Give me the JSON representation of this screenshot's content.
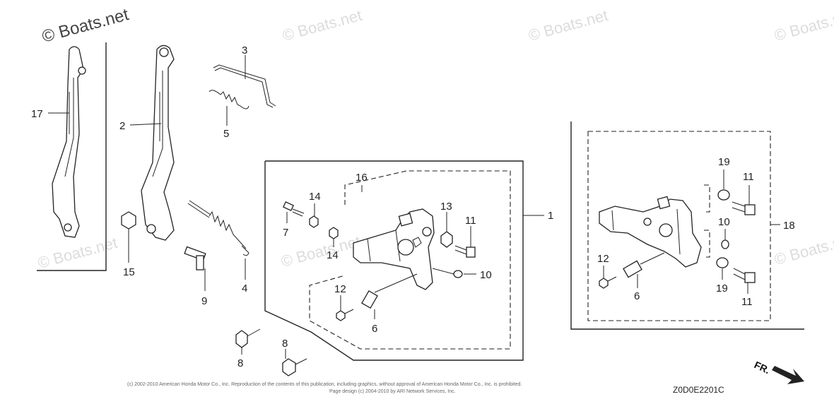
{
  "watermarks": {
    "main": "© Boats.net",
    "faint": "© Boats.net"
  },
  "callouts": [
    {
      "id": "17",
      "label": "17"
    },
    {
      "id": "2",
      "label": "2"
    },
    {
      "id": "3",
      "label": "3"
    },
    {
      "id": "5",
      "label": "5"
    },
    {
      "id": "15",
      "label": "15"
    },
    {
      "id": "9",
      "label": "9"
    },
    {
      "id": "4",
      "label": "4"
    },
    {
      "id": "8a",
      "label": "8"
    },
    {
      "id": "8b",
      "label": "8"
    },
    {
      "id": "7",
      "label": "7"
    },
    {
      "id": "14a",
      "label": "14"
    },
    {
      "id": "14b",
      "label": "14"
    },
    {
      "id": "16",
      "label": "16"
    },
    {
      "id": "13",
      "label": "13"
    },
    {
      "id": "11a",
      "label": "11"
    },
    {
      "id": "10a",
      "label": "10"
    },
    {
      "id": "12a",
      "label": "12"
    },
    {
      "id": "6a",
      "label": "6"
    },
    {
      "id": "1",
      "label": "1"
    },
    {
      "id": "19a",
      "label": "19"
    },
    {
      "id": "11b",
      "label": "11"
    },
    {
      "id": "10b",
      "label": "10"
    },
    {
      "id": "18",
      "label": "18"
    },
    {
      "id": "12b",
      "label": "12"
    },
    {
      "id": "6b",
      "label": "6"
    },
    {
      "id": "19b",
      "label": "19"
    },
    {
      "id": "11c",
      "label": "11"
    }
  ],
  "copyright": {
    "line1": "(c) 2002-2010 American Honda Motor Co., Inc. Reproduction of the contents of this publication, including graphics, without approval of American Honda Motor Co., Inc. is prohibited.",
    "line2": "Page design (c) 2004-2010 by ARI Network Services, Inc."
  },
  "diagram_code": "Z0D0E2201C",
  "direction_label": "FR."
}
